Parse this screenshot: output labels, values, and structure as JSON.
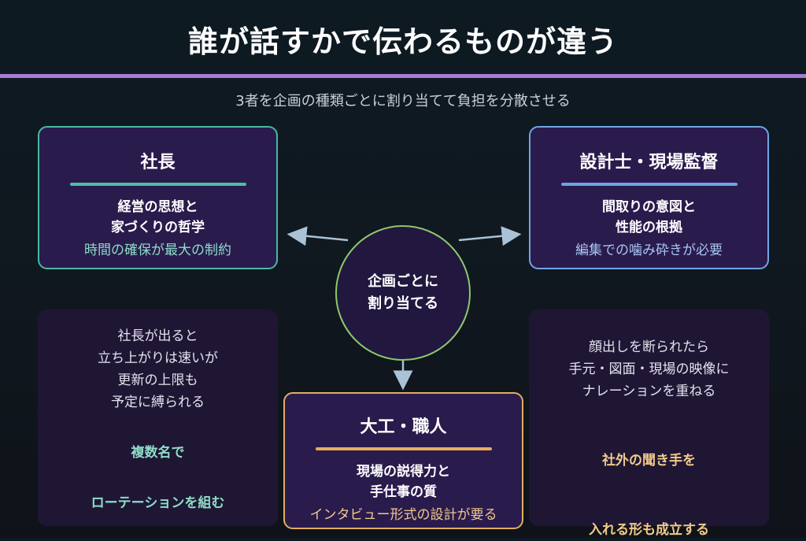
{
  "title": "誰が話すかで伝わるものが違う",
  "subtitle": "3者を企画の種類ごとに割り当てて負担を分散させる",
  "hub": {
    "line1": "企画ごとに",
    "line2": "割り当てる"
  },
  "cards": {
    "ceo": {
      "title": "社長",
      "line1": "経営の思想と",
      "line2": "家づくりの哲学",
      "accent": "時間の確保が最大の制約"
    },
    "designer": {
      "title": "設計士・現場監督",
      "line1": "間取りの意図と",
      "line2": "性能の根拠",
      "accent": "編集での噛み砕きが必要"
    },
    "carpenter": {
      "title": "大工・職人",
      "line1": "現場の説得力と",
      "line2": "手仕事の質",
      "accent": "インタビュー形式の設計が要る"
    }
  },
  "panels": {
    "left": {
      "lines": [
        "社長が出ると",
        "立ち上がりは速いが",
        "更新の上限も",
        "予定に縛られる"
      ],
      "accent1": "複数名で",
      "accent2": "ローテーションを組む"
    },
    "right": {
      "lines": [
        "顔出しを断られたら",
        "手元・図面・現場の映像に",
        "ナレーションを重ねる"
      ],
      "accent1": "社外の聞き手を",
      "accent2": "入れる形も成立する"
    }
  },
  "colors": {
    "title_rule": "#a77bd0",
    "ceo": "#4bbfa8",
    "designer": "#6fa3e6",
    "carpenter": "#e6ad5e",
    "hub": "#8dc86c",
    "arrow": "#a9c2d6"
  }
}
